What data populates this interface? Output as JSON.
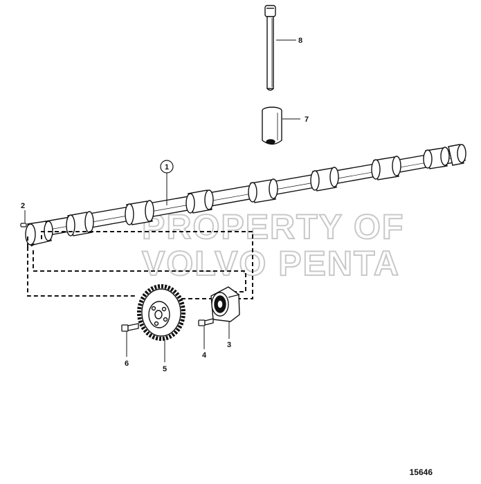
{
  "diagram": {
    "callouts": {
      "c1": "1",
      "c2": "2",
      "c3": "3",
      "c4": "4",
      "c5": "5",
      "c6": "6",
      "c7": "7",
      "c8": "8"
    },
    "watermark": {
      "line1": "PROPERTY OF",
      "line2": "VOLVO PENTA"
    },
    "drawing_number": "15646"
  }
}
